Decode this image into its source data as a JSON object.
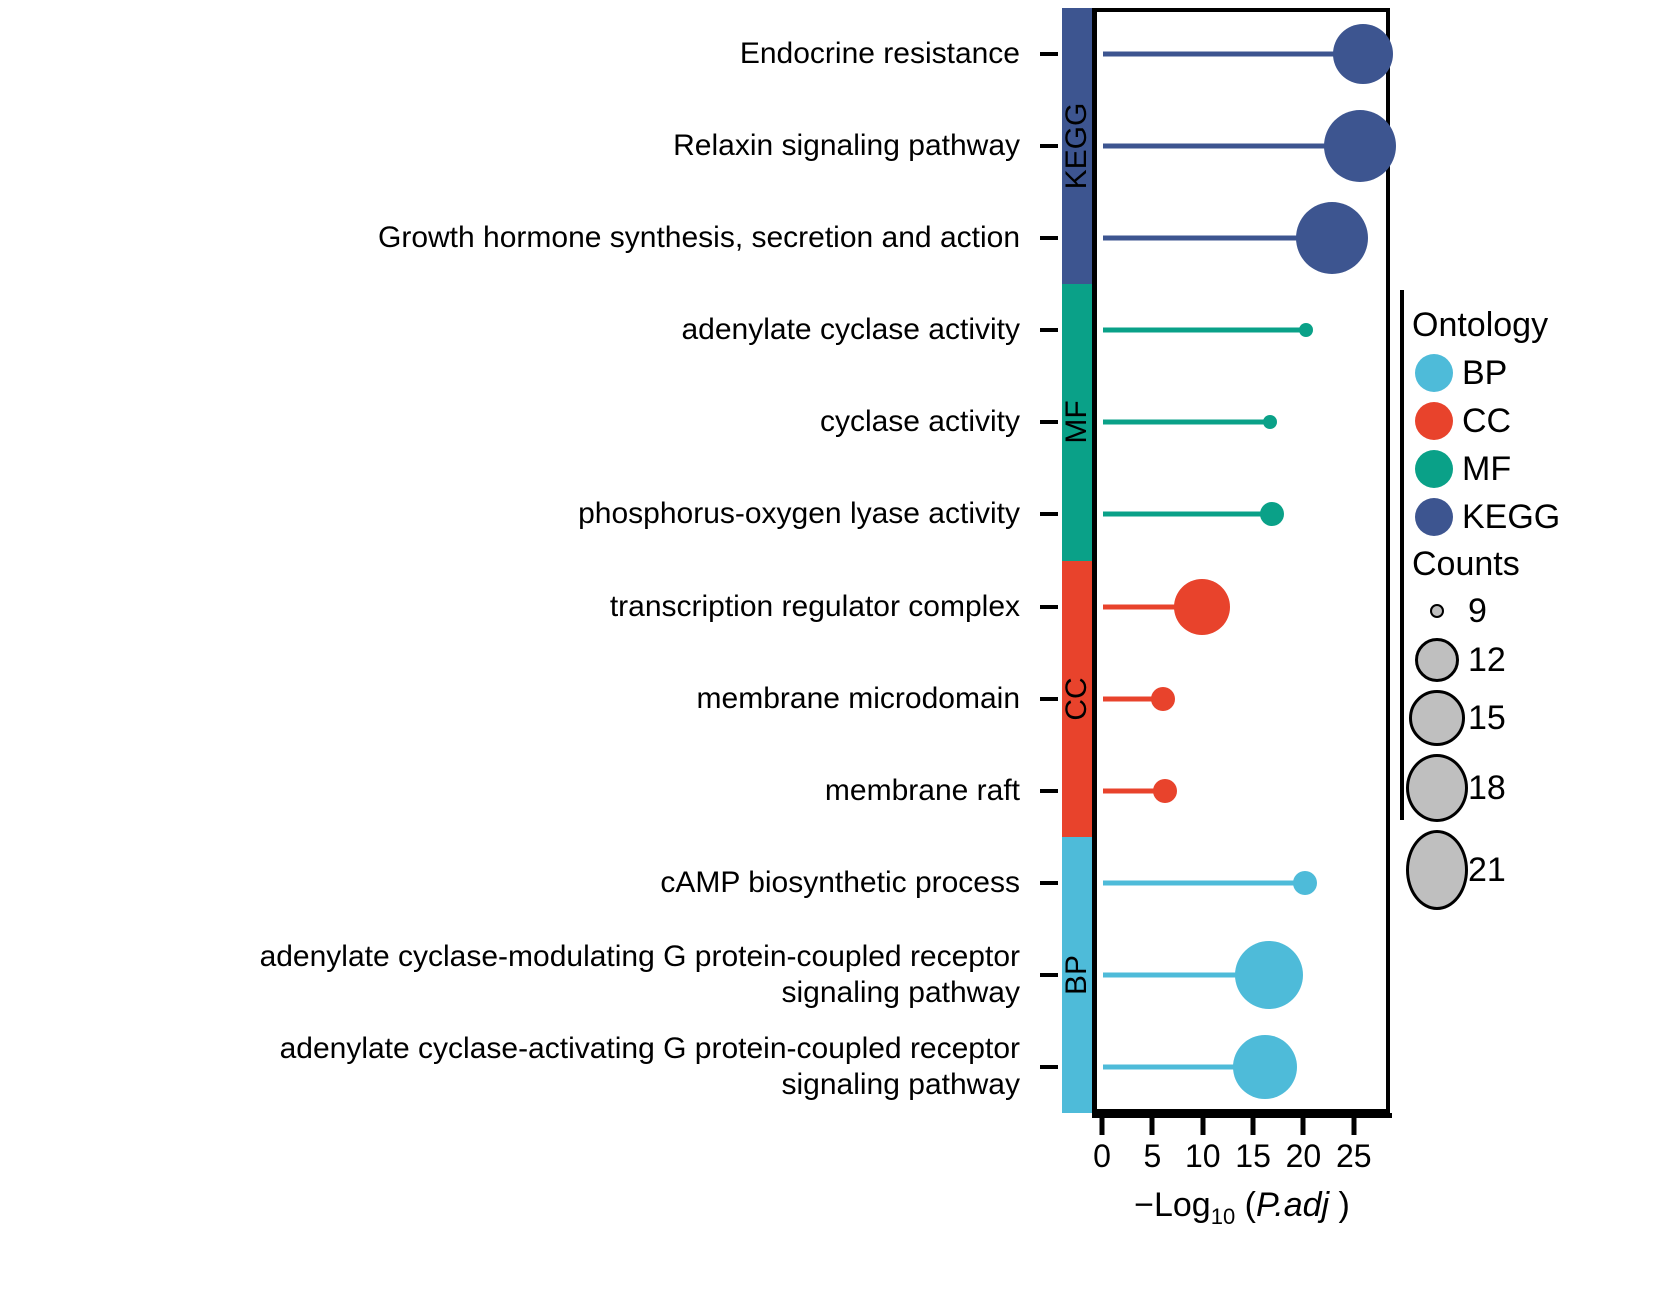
{
  "chart_data": {
    "type": "scatter",
    "subtype": "lollipop",
    "title": "",
    "xlabel": "-Log10 (P.adj)",
    "ylabel": "",
    "xlim": [
      -1.0,
      28.6
    ],
    "xticks": [
      0,
      5,
      10,
      15,
      20,
      25
    ],
    "xtick_labels": [
      "0",
      "5",
      "10",
      "15",
      "20",
      "25"
    ],
    "grid": false,
    "legend_position": "right",
    "categories": [
      "Endocrine resistance",
      "Relaxin signaling pathway",
      "Growth hormone synthesis, secretion and action",
      "adenylate cyclase activity",
      "cyclase activity",
      "phosphorus-oxygen lyase activity",
      "transcription regulator complex",
      "membrane microdomain",
      "membrane raft",
      "cAMP biosynthetic process",
      "adenylate cyclase-modulating G protein-coupled receptor\nsignaling pathway",
      "adenylate cyclase-activating G protein-coupled receptor\nsignaling pathway"
    ],
    "points": [
      {
        "term": "Endocrine resistance",
        "value": 25.8,
        "count": 16,
        "ontology": "KEGG"
      },
      {
        "term": "Relaxin signaling pathway",
        "value": 25.5,
        "count": 19,
        "ontology": "KEGG"
      },
      {
        "term": "Growth hormone synthesis, secretion and action",
        "value": 22.7,
        "count": 19,
        "ontology": "KEGG"
      },
      {
        "term": "adenylate cyclase activity",
        "value": 20.2,
        "count": 9,
        "ontology": "MF"
      },
      {
        "term": "cyclase activity",
        "value": 16.6,
        "count": 9,
        "ontology": "MF"
      },
      {
        "term": "phosphorus-oxygen lyase activity",
        "value": 16.8,
        "count": 10,
        "ontology": "MF"
      },
      {
        "term": "transcription regulator complex",
        "value": 9.8,
        "count": 15,
        "ontology": "CC"
      },
      {
        "term": "membrane microdomain",
        "value": 6.0,
        "count": 10,
        "ontology": "CC"
      },
      {
        "term": "membrane raft",
        "value": 6.2,
        "count": 10,
        "ontology": "CC"
      },
      {
        "term": "cAMP biosynthetic process",
        "value": 20.1,
        "count": 10,
        "ontology": "BP"
      },
      {
        "term": "adenylate cyclase-modulating G protein-coupled receptor signaling pathway",
        "value": 16.5,
        "count": 18,
        "ontology": "BP"
      },
      {
        "term": "adenylate cyclase-activating G protein-coupled receptor signaling pathway",
        "value": 16.1,
        "count": 17,
        "ontology": "BP"
      }
    ],
    "ontology_bands": [
      {
        "label": "KEGG",
        "color": "#3d5590",
        "terms": 3
      },
      {
        "label": "MF",
        "color": "#0aa188",
        "terms": 3
      },
      {
        "label": "CC",
        "color": "#e8432c",
        "terms": 3
      },
      {
        "label": "BP",
        "color": "#4ebbd9",
        "terms": 3
      }
    ]
  },
  "axis": {
    "x_title_prefix": "−Log",
    "x_title_sub": "10",
    "x_title_open": " (",
    "x_title_italic": "P.adj",
    "x_title_close": " )"
  },
  "legend_ontology": {
    "title": "Ontology",
    "items": [
      {
        "label": "BP",
        "color": "#4ebbd9"
      },
      {
        "label": "CC",
        "color": "#e8432c"
      },
      {
        "label": "MF",
        "color": "#0aa188"
      },
      {
        "label": "KEGG",
        "color": "#3d5590"
      }
    ]
  },
  "legend_counts": {
    "title": "Counts",
    "items": [
      {
        "label": "9",
        "size": 14
      },
      {
        "label": "12",
        "size": 44
      },
      {
        "label": "15",
        "size": 56
      },
      {
        "label": "18",
        "size": 68
      },
      {
        "label": "21",
        "size": 80
      }
    ],
    "fill": "#bfbfbf",
    "stroke": "#000000"
  }
}
